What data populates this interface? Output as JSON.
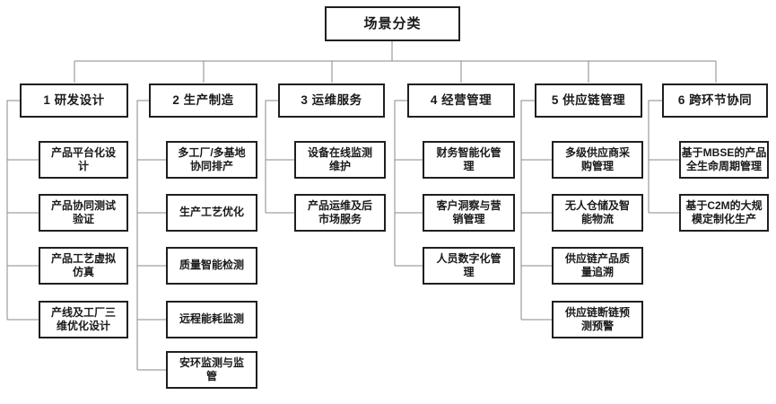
{
  "colors": {
    "box_border": "#1f1f1f",
    "connector": "#8a8a8a",
    "background": "#ffffff",
    "text": "#1a1a1a"
  },
  "root": {
    "label": "场景分类"
  },
  "columns": [
    {
      "label": "1 研发设计",
      "children": [
        "产品平台化设\n计",
        "产品协同测试\n验证",
        "产品工艺虚拟\n仿真",
        "产线及工厂三\n维优化设计"
      ]
    },
    {
      "label": "2 生产制造",
      "children": [
        "多工厂/多基地\n协同排产",
        "生产工艺优化",
        "质量智能检测",
        "远程能耗监测",
        "安环监测与监\n管"
      ]
    },
    {
      "label": "3 运维服务",
      "children": [
        "设备在线监测\n维护",
        "产品运维及后\n市场服务"
      ]
    },
    {
      "label": "4 经营管理",
      "children": [
        "财务智能化管\n理",
        "客户洞察与营\n销管理",
        "人员数字化管\n理"
      ]
    },
    {
      "label": "5 供应链管理",
      "children": [
        "多级供应商采\n购管理",
        "无人仓储及智\n能物流",
        "供应链产品质\n量追溯",
        "供应链断链预\n测预警"
      ]
    },
    {
      "label": "6 跨环节协同",
      "children": [
        "基于MBSE的产品\n全生命周期管理",
        "基于C2M的大规\n模定制化生产"
      ]
    }
  ]
}
